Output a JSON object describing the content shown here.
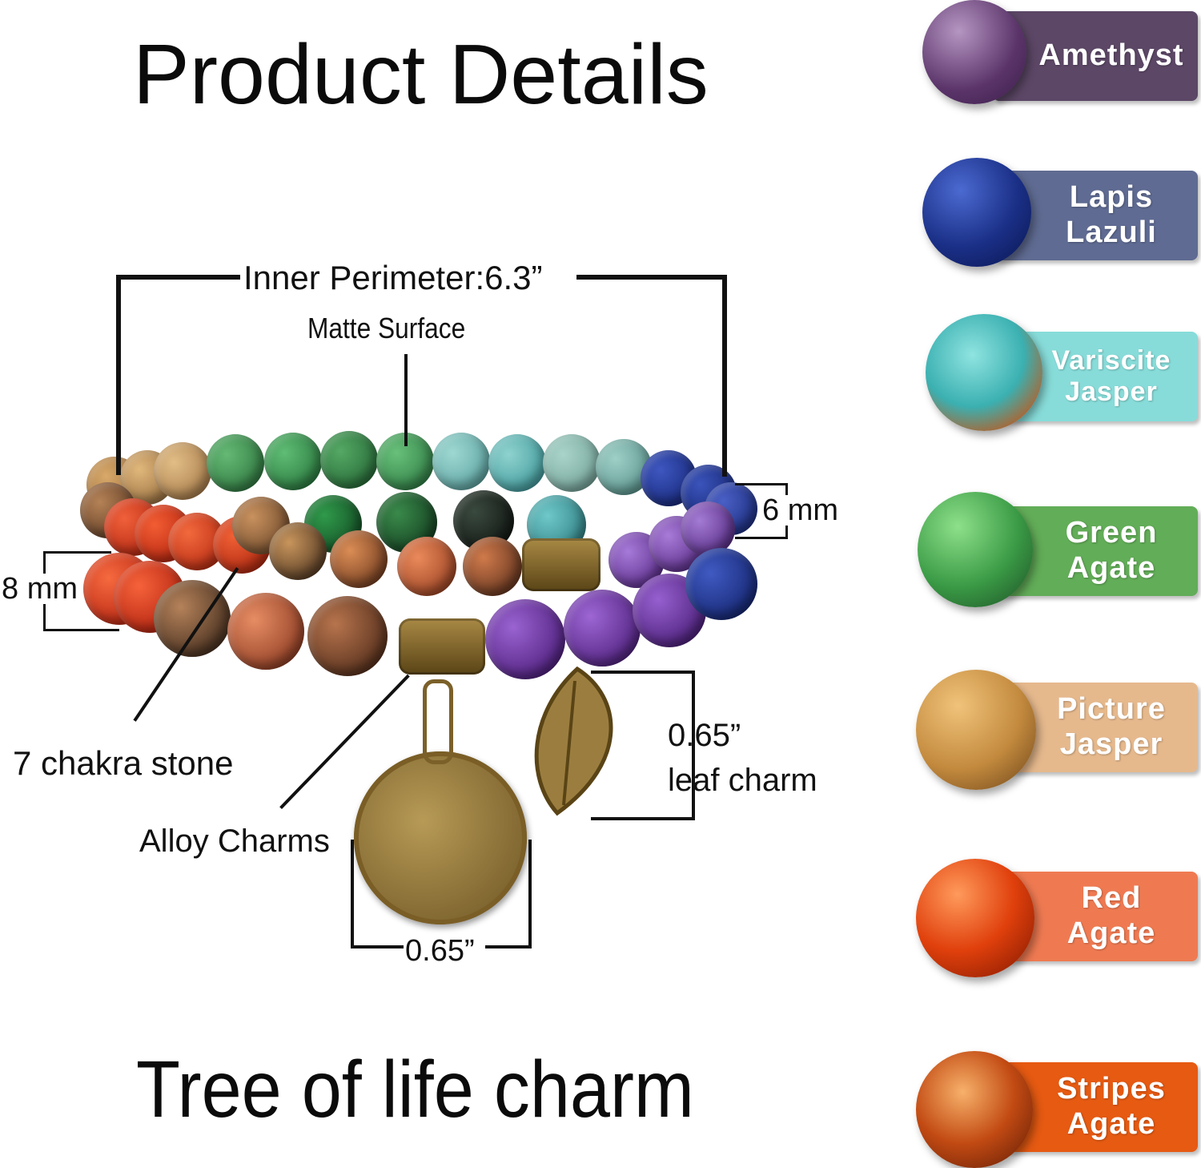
{
  "header": {
    "title": "Product Details"
  },
  "footer": {
    "title": "Tree of life charm"
  },
  "annotations": {
    "inner_perimeter": "Inner Perimeter:6.3”",
    "matte_surface": "Matte Surface",
    "bead_6mm": "6 mm",
    "bead_8mm": "8 mm",
    "chakra_stone": "7 chakra stone",
    "alloy_charms": "Alloy Charms",
    "leaf_size": "0.65”",
    "leaf_label": "leaf charm",
    "tree_size": "0.65”"
  },
  "stones": [
    {
      "label": "Amethyst",
      "color": "#5c4766",
      "gem": "amethyst-gem"
    },
    {
      "label": "Lapis\nLazuli",
      "color": "#5f6b92",
      "gem": "lapis-gem"
    },
    {
      "label": "Variscite\nJasper",
      "color": "#87dcd9",
      "gem": "variscite-gem"
    },
    {
      "label": "Green\nAgate",
      "color": "#62ad58",
      "gem": "green-agate-gem"
    },
    {
      "label": "Picture\nJasper",
      "color": "#e6b98d",
      "gem": "picture-jasper-gem"
    },
    {
      "label": "Red\nAgate",
      "color": "#ef7a52",
      "gem": "red-agate-gem"
    },
    {
      "label": "Stripes\nAgate",
      "color": "#e65a12",
      "gem": "stripes-agate-gem"
    }
  ]
}
